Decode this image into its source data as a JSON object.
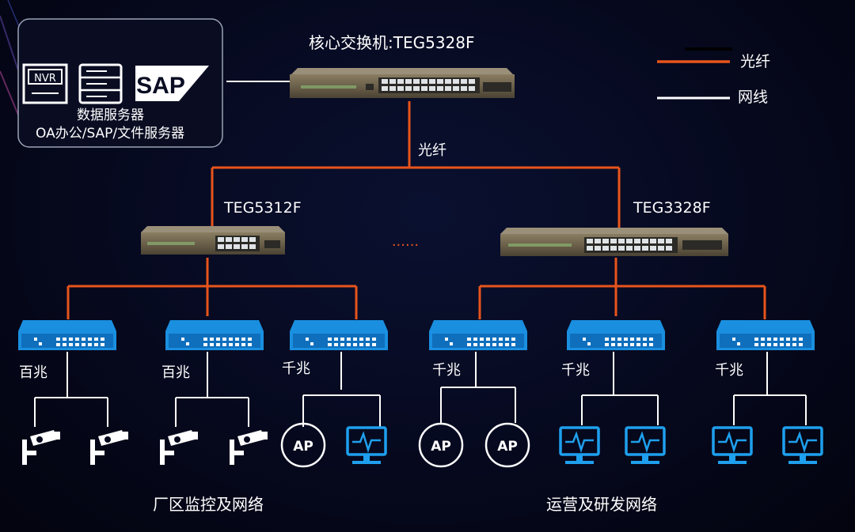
{
  "server_box": {
    "icons": [
      "nvr-icon",
      "server-rack-icon",
      "sap-logo"
    ],
    "nvr_text": "NVR",
    "sap_text": "SAP",
    "line1": "数据服务器",
    "line2": "OA办公/SAP/文件服务器"
  },
  "core_switch": {
    "label": "核心交换机:TEG5328F"
  },
  "fiber_label": "光纤",
  "left_switch": {
    "label": "TEG5312F"
  },
  "right_switch": {
    "label": "TEG3328F"
  },
  "ellipsis": "......",
  "legend": {
    "fiber": {
      "label": "光纤",
      "color": "#e8541b"
    },
    "cable": {
      "label": "网线",
      "color": "#ffffff"
    }
  },
  "access_switches": [
    {
      "speed": "百兆"
    },
    {
      "speed": "百兆"
    },
    {
      "speed": "千兆"
    },
    {
      "speed": "千兆"
    },
    {
      "speed": "千兆"
    },
    {
      "speed": "千兆"
    }
  ],
  "endpoints": {
    "ap_text": "AP"
  },
  "sections": {
    "left": "厂区监控及网络",
    "right": "运营及研发网络"
  },
  "colors": {
    "fiber": "#e8541b",
    "switch_blue": "#1a8fe0",
    "background": "#06081c"
  }
}
